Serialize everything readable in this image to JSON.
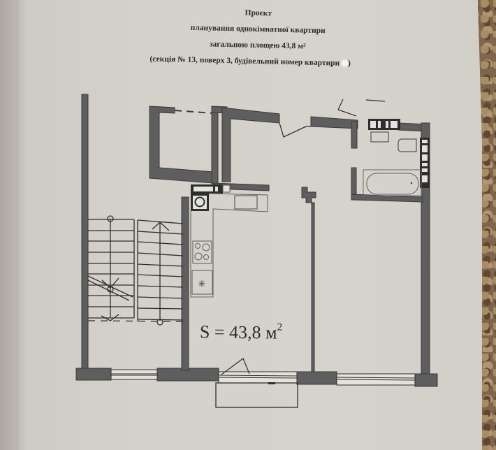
{
  "document": {
    "title": "Проєкт",
    "subtitle": "планування однокімнатної квартири",
    "area_line": "загальною площею 43,8 м²",
    "details_line": "(секція № 13, поверх 3, будівельний номер квартири",
    "details_close": ")",
    "redacted_apartment_number": true
  },
  "floor_plan": {
    "area_label_prefix": "S = 43,8 м",
    "area_label_superscript": "2",
    "total_area_m2": 43.8,
    "section": 13,
    "floor": 3,
    "rooms": [
      {
        "name": "stairwell"
      },
      {
        "name": "storage-closet"
      },
      {
        "name": "hallway"
      },
      {
        "name": "kitchen"
      },
      {
        "name": "living-room"
      },
      {
        "name": "bathroom"
      },
      {
        "name": "balcony"
      }
    ],
    "fixtures": [
      "washing-machine",
      "sink-kitchen",
      "cooktop",
      "stove-burners",
      "fan",
      "washbasin",
      "toilet",
      "bathtub",
      "radiator"
    ]
  },
  "colors": {
    "wall": "#5e5e5e",
    "wall_dark": "#3a3a3a",
    "paper": "#d4d1ca",
    "line": "#2e2e2e",
    "text": "#2a2a2a"
  }
}
